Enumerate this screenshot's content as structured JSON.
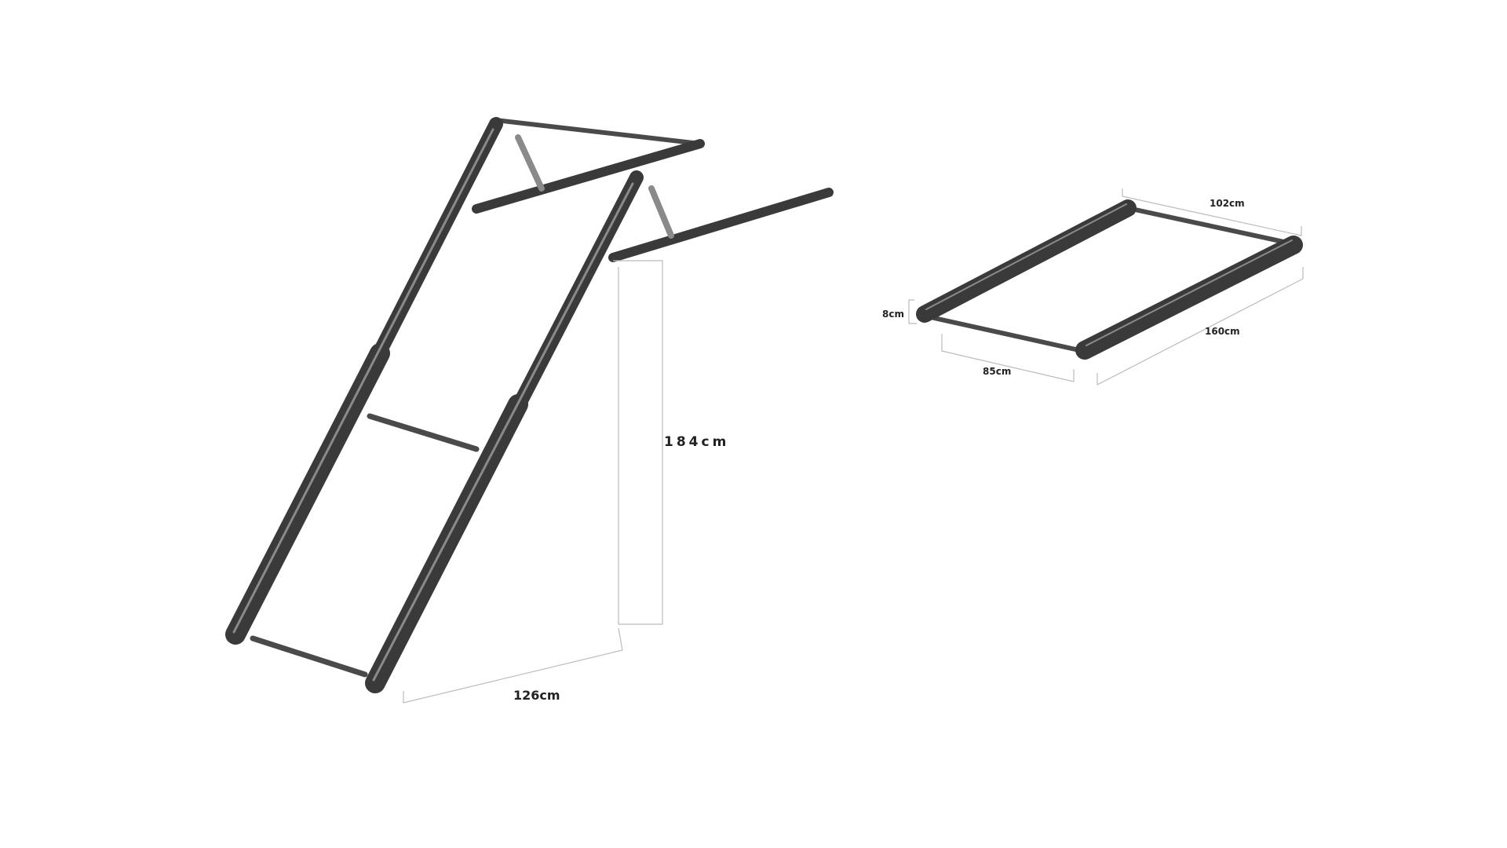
{
  "ladder": {
    "height_label": "184cm",
    "width_label": "126cm"
  },
  "frame": {
    "width_label": "102cm",
    "height_label": "8cm",
    "inner_width_label": "85cm",
    "length_label": "160cm"
  },
  "colors": {
    "metal": "#3a3a3a",
    "dimension_line": "#bbbbbb",
    "background": "#ffffff"
  }
}
